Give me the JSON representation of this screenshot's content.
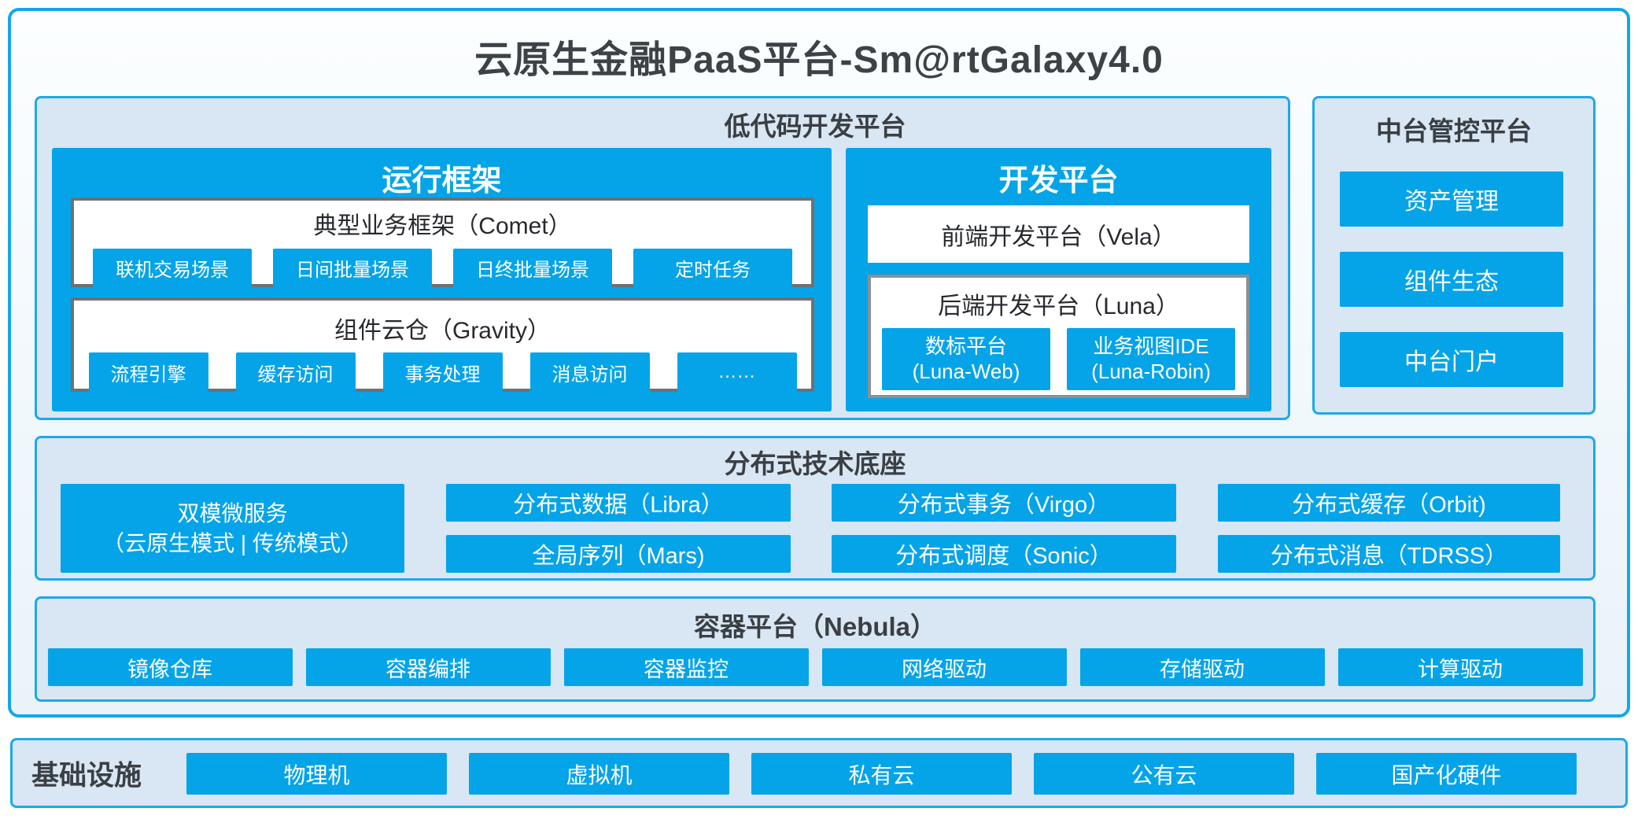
{
  "title": "云原生金融PaaS平台-Sm@rtGalaxy4.0",
  "colors": {
    "accent_cyan": "#05a4e8",
    "panel_background": "#d9e6f3",
    "panel_border": "#1ea9e7",
    "dark_text": "#3a3f44",
    "inner_border_dark": "#6d7174",
    "inner_border_gray": "#8d9093"
  },
  "low_code": {
    "label": "低代码开发平台",
    "runtime": {
      "title": "运行框架",
      "comet": {
        "title": "典型业务框架（Comet）",
        "items": [
          "联机交易场景",
          "日间批量场景",
          "日终批量场景",
          "定时任务"
        ]
      },
      "gravity": {
        "title": "组件云仓（Gravity）",
        "items": [
          "流程引擎",
          "缓存访问",
          "事务处理",
          "消息访问",
          "……"
        ]
      }
    },
    "dev": {
      "title": "开发平台",
      "vela": "前端开发平台（Vela）",
      "luna": {
        "title": "后端开发平台（Luna）",
        "items": [
          {
            "line1": "数标平台",
            "line2": "(Luna-Web)"
          },
          {
            "line1": "业务视图IDE",
            "line2": "(Luna-Robin)"
          }
        ]
      }
    }
  },
  "mid_platform": {
    "label": "中台管控平台",
    "items": [
      "资产管理",
      "组件生态",
      "中台门户"
    ]
  },
  "distributed": {
    "label": "分布式技术底座",
    "dual_mode": {
      "line1": "双模微服务",
      "line2": "（云原生模式 | 传统模式）"
    },
    "cells": [
      "分布式数据（Libra）",
      "全局序列（Mars)",
      "分布式事务（Virgo）",
      "分布式调度（Sonic）",
      "分布式缓存（Orbit)",
      "分布式消息（TDRSS）"
    ]
  },
  "container_platform": {
    "label": "容器平台（Nebula）",
    "items": [
      "镜像仓库",
      "容器编排",
      "容器监控",
      "网络驱动",
      "存储驱动",
      "计算驱动"
    ]
  },
  "infrastructure": {
    "label": "基础设施",
    "items": [
      "物理机",
      "虚拟机",
      "私有云",
      "公有云",
      "国产化硬件"
    ]
  }
}
